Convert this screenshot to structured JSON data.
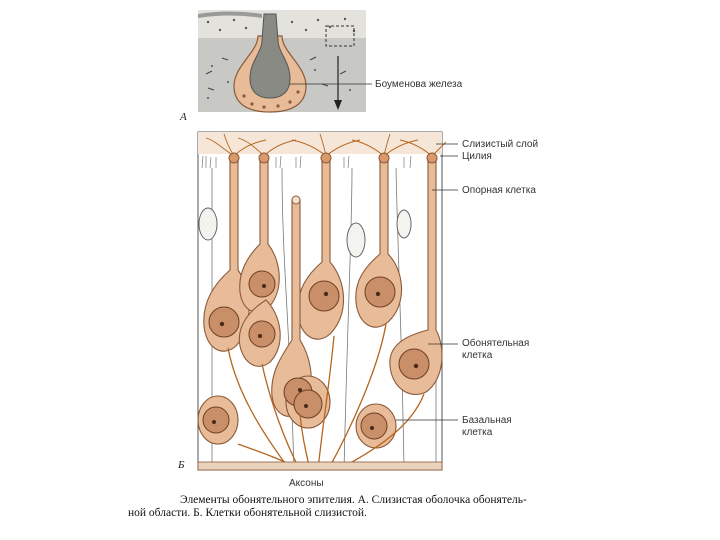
{
  "panels": {
    "a": "А",
    "b": "Б"
  },
  "labels": {
    "gland": "Боуменова железа",
    "mucus": "Слизистый слой",
    "cilia": "Цилия",
    "support": "Опорная клетка",
    "olf1": "Обонятельная",
    "olf2": "клетка",
    "basal1": "Базальная",
    "basal2": "клетка",
    "axons": "Аксоны"
  },
  "caption": {
    "line1": "Элементы обонятельного эпителия. А. Слизистая оболочка обонятель-",
    "line2": "ной области. Б. Клетки обонятельной слизистой."
  },
  "colors": {
    "cell_fill": "#e8bc98",
    "cell_outline": "#8a5a3a",
    "nucleus_fill": "#c98f68",
    "tissue_gray": "#c8c8c4",
    "vacuole_fill": "#f3f3f0"
  }
}
